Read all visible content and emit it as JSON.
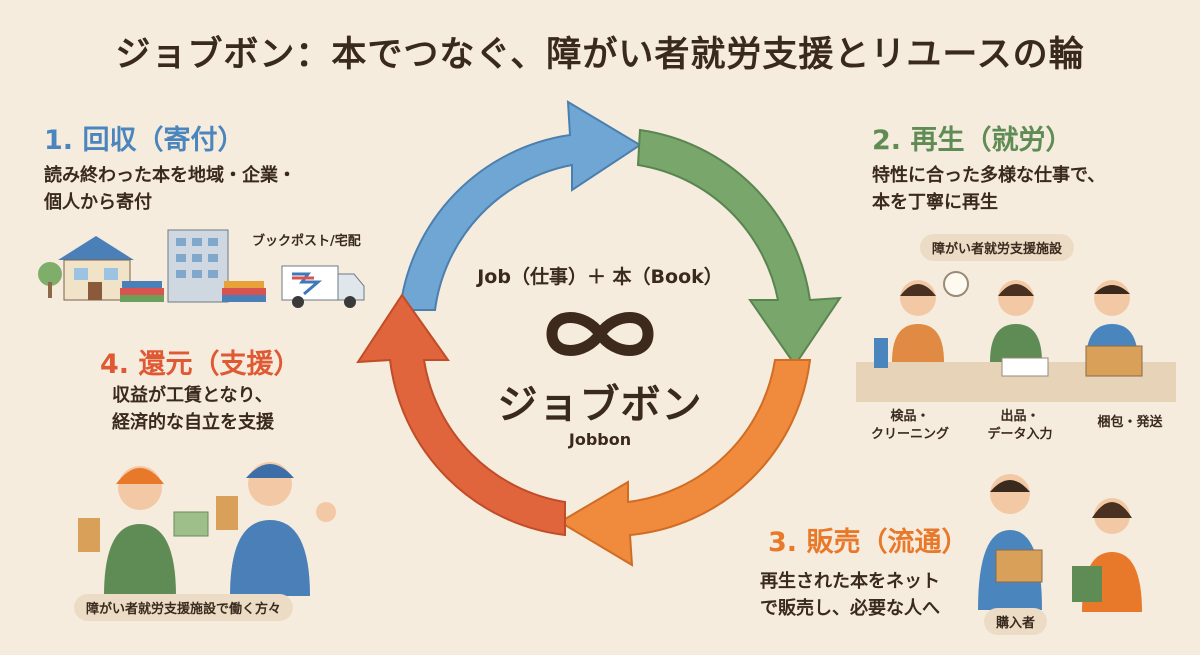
{
  "title": "ジョブボン：本でつなぐ、障がい者就労支援とリユースの輪",
  "center": {
    "formula": "Job（仕事）＋ 本（Book）",
    "brand": "ジョブボン",
    "brand_en": "Jobbon"
  },
  "colors": {
    "step1": "#4a86bd",
    "step2": "#5f8c55",
    "step3": "#e8792a",
    "step4": "#df5a34",
    "arrow1": "#6fa6d4",
    "arrow2": "#79a66b",
    "arrow3": "#f08a3c",
    "arrow4": "#e0643c"
  },
  "steps": [
    {
      "heading": "1. 回収（寄付）",
      "desc_lines": [
        "読み終わった本を地域・企業・",
        "個人から寄付"
      ],
      "tag": "ブックポスト/宅配"
    },
    {
      "heading": "2. 再生（就労）",
      "desc_lines": [
        "特性に合った多様な仕事で、",
        "本を丁寧に再生"
      ],
      "tag": "障がい者就労支援施設",
      "tasks": [
        [
          "検品・",
          "クリーニング"
        ],
        [
          "出品・",
          "データ入力"
        ],
        [
          "梱包・発送"
        ]
      ]
    },
    {
      "heading": "3. 販売（流通）",
      "desc_lines": [
        "再生された本をネット",
        "で販売し、必要な人へ"
      ],
      "tag": "購入者"
    },
    {
      "heading": "4. 還元（支援）",
      "desc_lines": [
        "収益が工賃となり、",
        "経済的な自立を支援"
      ],
      "tag": "障がい者就労支援施設で働く方々"
    }
  ]
}
